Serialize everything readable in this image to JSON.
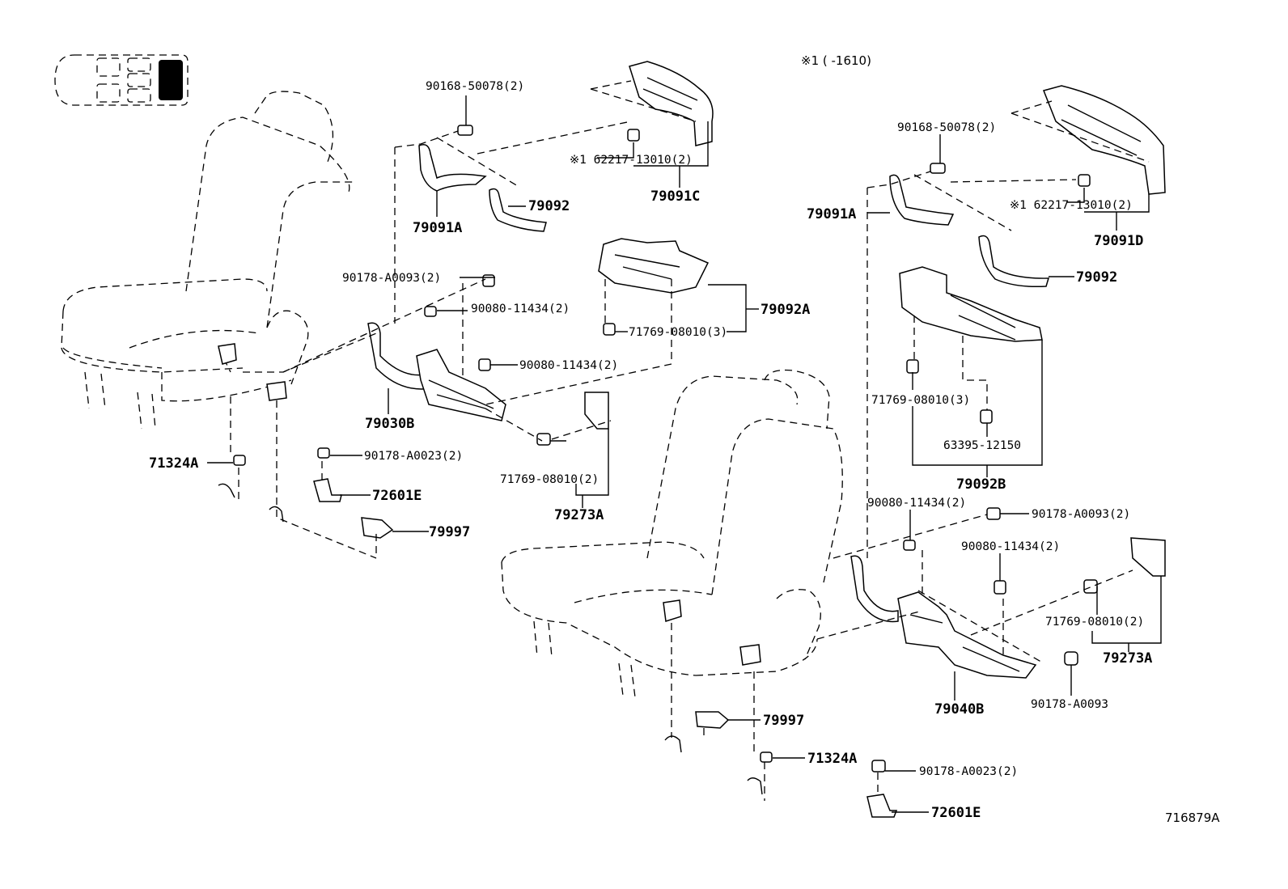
{
  "note": "※1 (      -1610)",
  "diagram_id": "716879A",
  "colors": {
    "ink": "#000000",
    "background": "#ffffff",
    "selected_seat": "#000000"
  },
  "seat_map_icon": {
    "name": "seat-position-map-icon",
    "selected": "third-row"
  },
  "callouts": {
    "l_90168": "90168-50078(2)",
    "l_62217": "※1 62217-13010(2)",
    "l_79091C": "79091C",
    "l_79091A": "79091A",
    "l_79092": "79092",
    "l_90178_0093": "90178-A0093(2)",
    "l_90080_a": "90080-11434(2)",
    "l_79092A": "79092A",
    "l_71769_3": "71769-08010(3)",
    "l_90080_b": "90080-11434(2)",
    "l_79030B": "79030B",
    "l_90178_0023": "90178-A0023(2)",
    "l_71324A": "71324A",
    "l_71769_2": "71769-08010(2)",
    "l_72601E": "72601E",
    "l_79273A": "79273A",
    "l_79997": "79997",
    "r_90168": "90168-50078(2)",
    "r_79091A": "79091A",
    "r_62217": "※1 62217-13010(2)",
    "r_79091D": "79091D",
    "r_79092": "79092",
    "r_71769_3": "71769-08010(3)",
    "r_63395": "63395-12150",
    "r_79092B": "79092B",
    "r_90080_a": "90080-11434(2)",
    "r_90178_0093": "90178-A0093(2)",
    "r_90080_b": "90080-11434(2)",
    "r_71769_2": "71769-08010(2)",
    "r_79273A": "79273A",
    "r_79040B": "79040B",
    "r_90178_single": "90178-A0093",
    "r_79997": "79997",
    "r_71324A": "71324A",
    "r_90178_0023": "90178-A0023(2)",
    "r_72601E": "72601E"
  }
}
